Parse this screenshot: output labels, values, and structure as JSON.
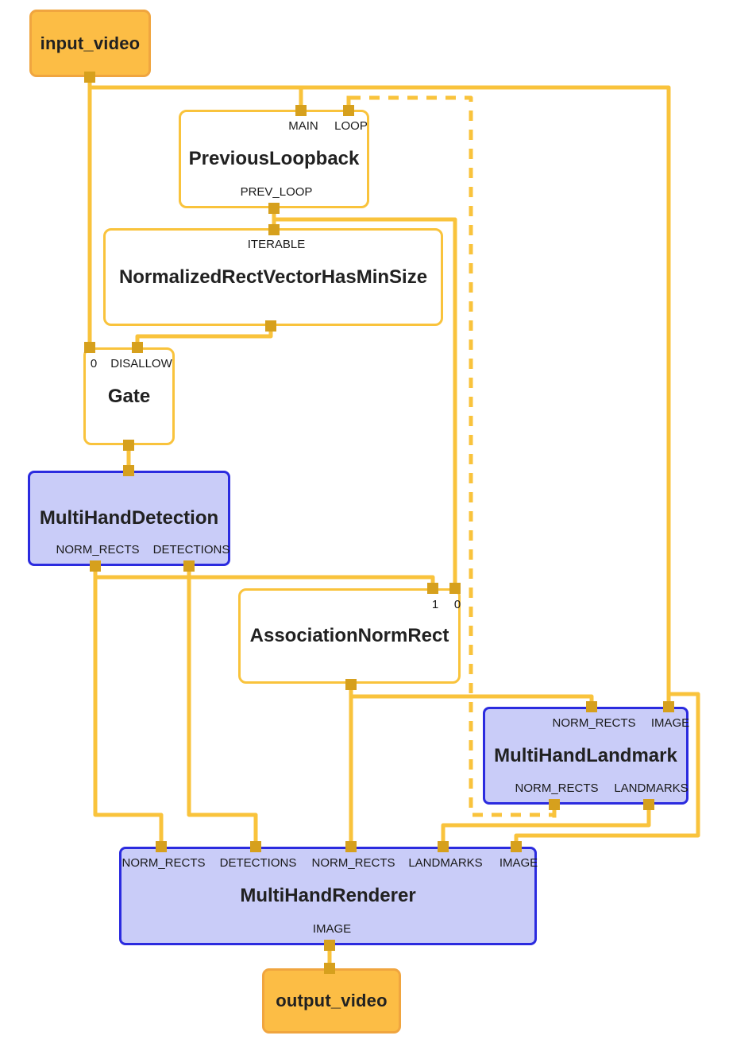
{
  "colors": {
    "background": "#ffffff",
    "edge": "#F9C33C",
    "port": "#D6A01D",
    "io_fill": "#FCBD45",
    "io_border": "#F0A53F",
    "calculator_fill": "#ffffff",
    "calculator_border": "#F9C33C",
    "subgraph_fill": "#C9CCF8",
    "subgraph_border": "#2B2BDF",
    "text": "#212121"
  },
  "nodes": {
    "input_video": {
      "title": "input_video",
      "type": "input-stream"
    },
    "previous_loopback": {
      "title": "PreviousLoopback",
      "type": "calculator",
      "ports_top": [
        "MAIN",
        "LOOP"
      ],
      "ports_bottom": [
        "PREV_LOOP"
      ]
    },
    "normalized_rect_vector_has_min_size": {
      "title": "NormalizedRectVectorHasMinSize",
      "type": "calculator",
      "ports_top": [
        "ITERABLE"
      ]
    },
    "gate": {
      "title": "Gate",
      "type": "calculator",
      "ports_top": [
        "0",
        "DISALLOW"
      ]
    },
    "multi_hand_detection": {
      "title": "MultiHandDetection",
      "type": "subgraph",
      "ports_bottom": [
        "NORM_RECTS",
        "DETECTIONS"
      ]
    },
    "association_norm_rect": {
      "title": "AssociationNormRect",
      "type": "calculator",
      "ports_top": [
        "1",
        "0"
      ]
    },
    "multi_hand_landmark": {
      "title": "MultiHandLandmark",
      "type": "subgraph",
      "ports_top": [
        "NORM_RECTS",
        "IMAGE"
      ],
      "ports_bottom": [
        "NORM_RECTS",
        "LANDMARKS"
      ]
    },
    "multi_hand_renderer": {
      "title": "MultiHandRenderer",
      "type": "subgraph",
      "ports_top": [
        "NORM_RECTS",
        "DETECTIONS",
        "NORM_RECTS",
        "LANDMARKS",
        "IMAGE"
      ],
      "ports_bottom": [
        "IMAGE"
      ]
    },
    "output_video": {
      "title": "output_video",
      "type": "output-stream"
    }
  },
  "edges": [
    {
      "from": "input_video",
      "to": "gate:0",
      "style": "solid"
    },
    {
      "from": "input_video",
      "to": "previous_loopback:MAIN",
      "style": "solid"
    },
    {
      "from": "input_video",
      "to": "multi_hand_landmark:IMAGE",
      "style": "solid"
    },
    {
      "from": "input_video",
      "to": "multi_hand_renderer:IMAGE",
      "style": "solid"
    },
    {
      "from": "multi_hand_landmark:NORM_RECTS",
      "to": "previous_loopback:LOOP",
      "style": "dashed"
    },
    {
      "from": "previous_loopback:PREV_LOOP",
      "to": "normalized_rect_vector_has_min_size:ITERABLE",
      "style": "solid"
    },
    {
      "from": "previous_loopback:PREV_LOOP",
      "to": "association_norm_rect:0",
      "style": "solid"
    },
    {
      "from": "normalized_rect_vector_has_min_size",
      "to": "gate:DISALLOW",
      "style": "solid"
    },
    {
      "from": "gate",
      "to": "multi_hand_detection",
      "style": "solid"
    },
    {
      "from": "multi_hand_detection:NORM_RECTS",
      "to": "association_norm_rect:1",
      "style": "solid"
    },
    {
      "from": "multi_hand_detection:NORM_RECTS",
      "to": "multi_hand_renderer:NORM_RECTS",
      "style": "solid"
    },
    {
      "from": "multi_hand_detection:DETECTIONS",
      "to": "multi_hand_renderer:DETECTIONS",
      "style": "solid"
    },
    {
      "from": "association_norm_rect",
      "to": "multi_hand_landmark:NORM_RECTS",
      "style": "solid"
    },
    {
      "from": "association_norm_rect",
      "to": "multi_hand_renderer:NORM_RECTS",
      "style": "solid"
    },
    {
      "from": "multi_hand_landmark:LANDMARKS",
      "to": "multi_hand_renderer:LANDMARKS",
      "style": "solid"
    },
    {
      "from": "multi_hand_renderer:IMAGE",
      "to": "output_video",
      "style": "solid"
    }
  ]
}
